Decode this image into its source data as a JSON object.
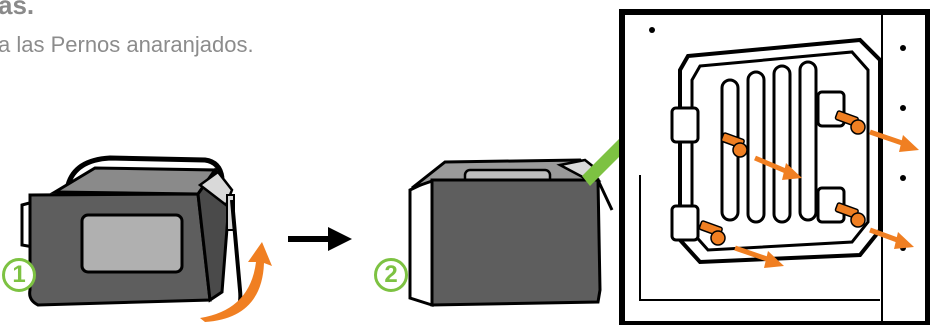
{
  "heading": "as.",
  "instruction": "a las Pernos anaranjados.",
  "steps": [
    {
      "number": "1"
    },
    {
      "number": "2"
    }
  ],
  "colors": {
    "text": "#8c8c8c",
    "step_badge": "#7dc242",
    "callout": "#7dc242",
    "arrow": "#f07f22",
    "bolt": "#f07f22",
    "device_body": "#5e5e5e",
    "outline": "#000000"
  },
  "icons": [
    "step-arrow-icon",
    "rotate-arrow-icon",
    "bolt-icon",
    "removal-arrow-icon"
  ]
}
